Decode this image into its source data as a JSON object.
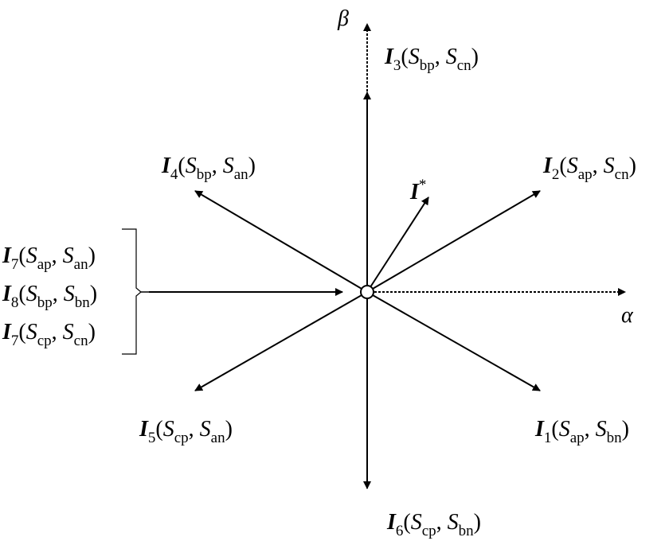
{
  "axes": {
    "alpha": "α",
    "beta": "β"
  },
  "reference": {
    "symbol": "I",
    "sup": "*"
  },
  "vectors": [
    {
      "id": "I1",
      "v": "I",
      "n": "1",
      "open": "(",
      "s1": "S",
      "s1sub": "ap",
      "sep": ", ",
      "s2": "S",
      "s2sub": "bn",
      "close": ")"
    },
    {
      "id": "I2",
      "v": "I",
      "n": "2",
      "open": "(",
      "s1": "S",
      "s1sub": "ap",
      "sep": ", ",
      "s2": "S",
      "s2sub": "cn",
      "close": ")"
    },
    {
      "id": "I3",
      "v": "I",
      "n": "3",
      "open": "(",
      "s1": "S",
      "s1sub": "bp",
      "sep": ", ",
      "s2": "S",
      "s2sub": "cn",
      "close": ")"
    },
    {
      "id": "I4",
      "v": "I",
      "n": "4",
      "open": "(",
      "s1": "S",
      "s1sub": "bp",
      "sep": ", ",
      "s2": "S",
      "s2sub": "an",
      "close": ")"
    },
    {
      "id": "I5",
      "v": "I",
      "n": "5",
      "open": "(",
      "s1": "S",
      "s1sub": "cp",
      "sep": ", ",
      "s2": "S",
      "s2sub": "an",
      "close": ")"
    },
    {
      "id": "I6",
      "v": "I",
      "n": "6",
      "open": "(",
      "s1": "S",
      "s1sub": "cp",
      "sep": ", ",
      "s2": "S",
      "s2sub": "bn",
      "close": ")"
    },
    {
      "id": "I7a",
      "v": "I",
      "n": "7",
      "open": "(",
      "s1": "S",
      "s1sub": "ap",
      "sep": ", ",
      "s2": "S",
      "s2sub": "an",
      "close": ")"
    },
    {
      "id": "I8",
      "v": "I",
      "n": "8",
      "open": "(",
      "s1": "S",
      "s1sub": "bp",
      "sep": ", ",
      "s2": "S",
      "s2sub": "bn",
      "close": ")"
    },
    {
      "id": "I7b",
      "v": "I",
      "n": "7",
      "open": "(",
      "s1": "S",
      "s1sub": "cp",
      "sep": ", ",
      "s2": "S",
      "s2sub": "cn",
      "close": ")"
    }
  ]
}
